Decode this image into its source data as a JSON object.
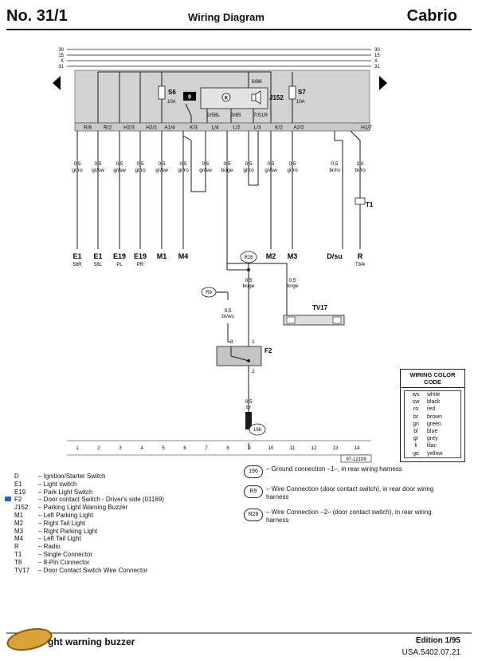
{
  "header": {
    "number": "No. 31/1",
    "title": "Wiring Diagram",
    "model": "Cabrio"
  },
  "bus_labels": [
    "30",
    "15",
    "X",
    "31"
  ],
  "relay_box": {
    "fuse_left": {
      "name": "S6",
      "rating": "10A"
    },
    "fuse_right": {
      "name": "S7",
      "rating": "10A"
    },
    "relay_pos": "9",
    "buzzer": "J152",
    "pin_top": "6/86",
    "pin_left": "2/58L",
    "pin_mid": "3/85",
    "pin_right": "7/S1R"
  },
  "terminals": [
    "R/6",
    "R/2",
    "H2/3",
    "H2/2",
    "A1/4",
    "K/3",
    "L/4",
    "L/2",
    "L/3",
    "K/2",
    "A2/2",
    "H1/7"
  ],
  "wires": [
    {
      "size": "0,5",
      "color": "gr/ro"
    },
    {
      "size": "0,5",
      "color": "gr/sw"
    },
    {
      "size": "0,5",
      "color": "gr/sw"
    },
    {
      "size": "0,5",
      "color": "gr/ro"
    },
    {
      "size": "0,5",
      "color": "gr/sw"
    },
    {
      "size": "0,5",
      "color": "gr/ro"
    },
    {
      "size": "0,5",
      "color": "gr/sw"
    },
    {
      "size": "0,5",
      "color": "br/ge"
    },
    {
      "size": "0,5",
      "color": "gr/ro"
    },
    {
      "size": "0,5",
      "color": "gr/sw"
    },
    {
      "size": "0,5",
      "color": "gr/ro"
    },
    {
      "size": "0,5",
      "color": "br/ro"
    },
    {
      "size": "1,0",
      "color": "br/ro"
    }
  ],
  "components": [
    {
      "name": "E1",
      "sub": "58R"
    },
    {
      "name": "E1",
      "sub": "58L"
    },
    {
      "name": "E19",
      "sub": "PL"
    },
    {
      "name": "E19",
      "sub": "PR"
    },
    {
      "name": "M1",
      "sub": ""
    },
    {
      "name": "M4",
      "sub": ""
    },
    {
      "name": "M2",
      "sub": ""
    },
    {
      "name": "M3",
      "sub": ""
    },
    {
      "name": "D/su",
      "sub": ""
    },
    {
      "name": "R",
      "sub": "T8/4"
    }
  ],
  "t1_label": "T1",
  "lower": {
    "r28": "R28",
    "r9": "R9",
    "g196": "196",
    "w_left": {
      "size": "0,5",
      "color": "br/ge"
    },
    "w_right": {
      "size": "0,5",
      "color": "br/ge"
    },
    "w_r9": {
      "size": "0,5",
      "color": "br/ws"
    },
    "w_ground": {
      "size": "0,5",
      "color": "br"
    },
    "tv17": "TV17",
    "f2": "F2",
    "f2_pin1": "1",
    "f2_pin2": "2",
    "f2_pin3": "3"
  },
  "grid_numbers": [
    "1",
    "2",
    "3",
    "4",
    "5",
    "6",
    "7",
    "8",
    "9",
    "10",
    "11",
    "12",
    "13",
    "14"
  ],
  "diagram_code": "97-12109",
  "wiring_color_code": {
    "title": "WIRING COLOR CODE",
    "rows": [
      [
        "ws",
        "white"
      ],
      [
        "sw",
        "black"
      ],
      [
        "ro",
        "red"
      ],
      [
        "br",
        "brown"
      ],
      [
        "gn",
        "green"
      ],
      [
        "bl",
        "blue"
      ],
      [
        "gr",
        "grey"
      ],
      [
        "li",
        "lilac"
      ],
      [
        "ge",
        "yellow"
      ]
    ]
  },
  "legend": [
    [
      "D",
      "Ignition/Starter Switch"
    ],
    [
      "E1",
      "Light switch"
    ],
    [
      "E19",
      "Park Light Switch"
    ],
    [
      "F2",
      "Door contact Switch - Driver's side (01169)"
    ],
    [
      "J152",
      "Parking Light Warning Buzzer"
    ],
    [
      "M1",
      "Left Parking Light"
    ],
    [
      "M2",
      "Right Tail Light"
    ],
    [
      "M3",
      "Right Parking Light"
    ],
    [
      "M4",
      "Left Tail Light"
    ],
    [
      "R",
      "Radio"
    ],
    [
      "T1",
      "Single Connector"
    ],
    [
      "T8",
      "8-Pin Connector"
    ],
    [
      "TV17",
      "Door Contact Switch Wire Connector"
    ]
  ],
  "connection_notes": [
    [
      "196",
      "Ground connection –1–, in rear wiring harness"
    ],
    [
      "R9",
      "Wire Connection (door contact switch), in rear door wiring harness"
    ],
    [
      "R28",
      "Wire Connection –2– (door contact switch), in rear wiring harness"
    ]
  ],
  "footer": {
    "title": "ght warning buzzer",
    "edition": "Edition 1/95",
    "code": "USA.5402.07.21"
  },
  "colors": {
    "relay_box": "#d2d2d2",
    "line": "#1a1a1a",
    "camera": "#2a5bd7",
    "logo": "#d8a33a"
  }
}
